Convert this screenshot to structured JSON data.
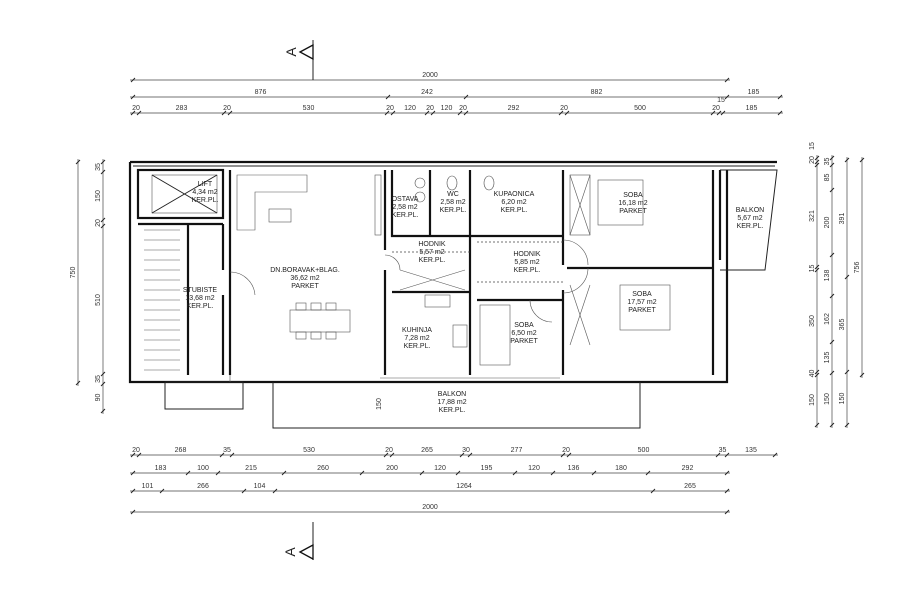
{
  "section_marker": "A",
  "rooms": [
    {
      "name": "LIFT",
      "area": "4,34 m2",
      "floor": "KER.PL."
    },
    {
      "name": "STUBISTE",
      "area": "13,68 m2",
      "floor": "KER.PL."
    },
    {
      "name": "DN.BORAVAK+BLAG.",
      "area": "36,62 m2",
      "floor": "PARKET"
    },
    {
      "name": "OSTAVA",
      "area": "2,58 m2",
      "floor": "KER.PL."
    },
    {
      "name": "WC",
      "area": "2,58 m2",
      "floor": "KER.PL."
    },
    {
      "name": "KUPAONICA",
      "area": "6,20 m2",
      "floor": "KER.PL."
    },
    {
      "name": "HODNIK",
      "area": "5,57 m2",
      "floor": "KER.PL."
    },
    {
      "name": "HODNIK",
      "area": "5,85 m2",
      "floor": "KER.PL."
    },
    {
      "name": "KUHINJA",
      "area": "7,28 m2",
      "floor": "KER.PL."
    },
    {
      "name": "SOBA",
      "area": "6,50 m2",
      "floor": "PARKET"
    },
    {
      "name": "SOBA",
      "area": "16,18 m2",
      "floor": "PARKET"
    },
    {
      "name": "SOBA",
      "area": "17,57 m2",
      "floor": "PARKET"
    },
    {
      "name": "BALKON",
      "area": "5,67 m2",
      "floor": "KER.PL."
    },
    {
      "name": "BALKON",
      "area": "17,88 m2",
      "floor": "KER.PL."
    }
  ],
  "balcony_depth": "150",
  "dimensions": {
    "top": [
      [
        "2000"
      ],
      [
        "876",
        "242",
        "882",
        "185"
      ],
      [
        "20",
        "283",
        "20",
        "530",
        "20",
        "120",
        "20",
        "120",
        "20",
        "292",
        "20",
        "500",
        "20",
        "15",
        "185"
      ]
    ],
    "bottom": [
      [
        "20",
        "268",
        "35",
        "530",
        "20",
        "265",
        "30",
        "277",
        "20",
        "500",
        "35",
        "135"
      ],
      [
        "183",
        "100",
        "215",
        "260",
        "200",
        "120",
        "195",
        "120",
        "136",
        "180",
        "292"
      ],
      [
        "101",
        "266",
        "104",
        "1264",
        "265"
      ],
      [
        "2000"
      ]
    ],
    "left": [
      [
        "35",
        "150",
        "20",
        "510",
        "35",
        "90"
      ],
      [
        "750"
      ]
    ],
    "right": [
      [
        "20",
        "15",
        "321",
        "15",
        "350",
        "40",
        "150"
      ],
      [
        "35",
        "85",
        "200",
        "138",
        "162",
        "135",
        "150"
      ],
      [
        "391",
        "365",
        "150"
      ],
      [
        "756"
      ]
    ]
  }
}
